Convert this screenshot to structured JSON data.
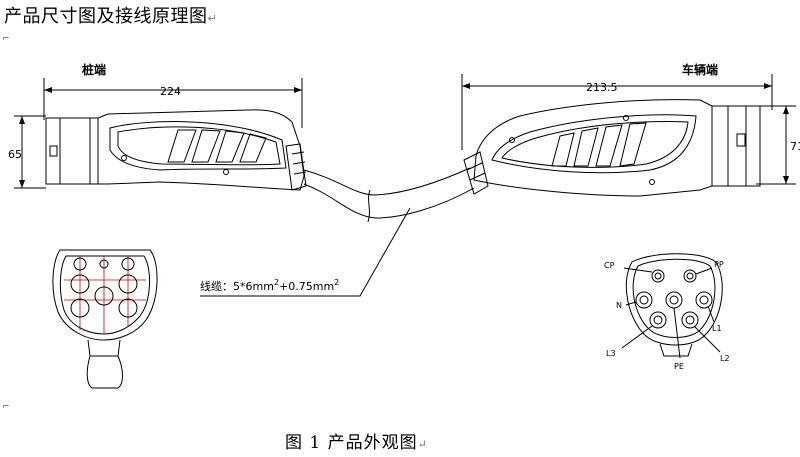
{
  "heading": "产品尺寸图及接线原理图",
  "caption": "图 1  产品外观图",
  "para_mark": "↵",
  "corner_mark": "⌐",
  "left_side_label": "桩端",
  "right_side_label": "车辆端",
  "dim_left_length": "224",
  "dim_left_height": "65",
  "dim_right_length": "213.5",
  "dim_right_height": "71",
  "cable_label_prefix": "线缆：",
  "cable_main": "5*6mm",
  "cable_plus": "+0.75mm",
  "cable_sup": "2",
  "pin_labels": {
    "cp": "CP",
    "pp": "PP",
    "n": "N",
    "l1": "L1",
    "l2": "L2",
    "l3": "L3",
    "pe": "PE"
  }
}
